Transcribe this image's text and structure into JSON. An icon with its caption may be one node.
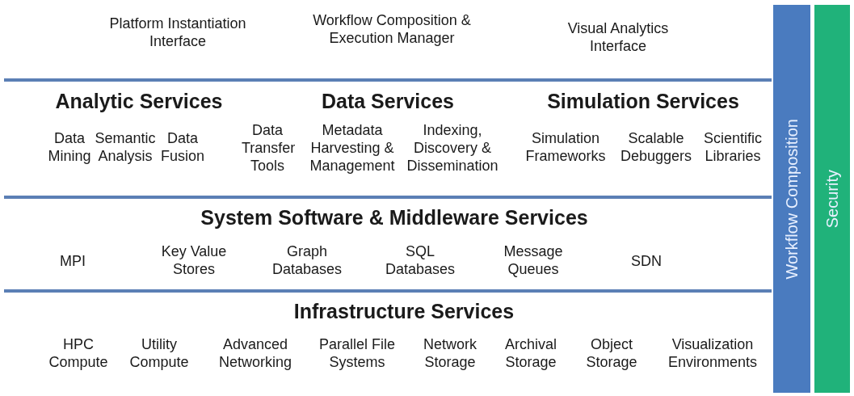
{
  "diagram": {
    "nodes": [
      {
        "text": [
          "Workflow Composition"
        ]
      },
      {
        "text": [
          "Security"
        ]
      }
    ],
    "edges": [],
    "labels": [
      "Platform Instantiation Interface",
      "Workflow Composition & Execution Manager",
      "Visual Analytics Interface",
      "Analytic Services",
      "Data Services",
      "Simulation Services",
      "Data Mining",
      "Semantic Analysis",
      "Data Fusion",
      "Data Transfer Tools",
      "Metadata Harvesting & Management",
      "Indexing, Discovery & Dissemination",
      "Simulation Frameworks",
      "Scalable Debuggers",
      "Scientific Libraries",
      "System Software & Middleware Services",
      "MPI",
      "Key Value Stores",
      "Graph Databases",
      "SQL Databases",
      "Message Queues",
      "SDN",
      "Infrastructure Services",
      "HPC Compute",
      "Utility Compute",
      "Advanced Networking",
      "Parallel File Systems",
      "Network Storage",
      "Archival Storage",
      "Object Storage",
      "Visualization Environments"
    ]
  }
}
